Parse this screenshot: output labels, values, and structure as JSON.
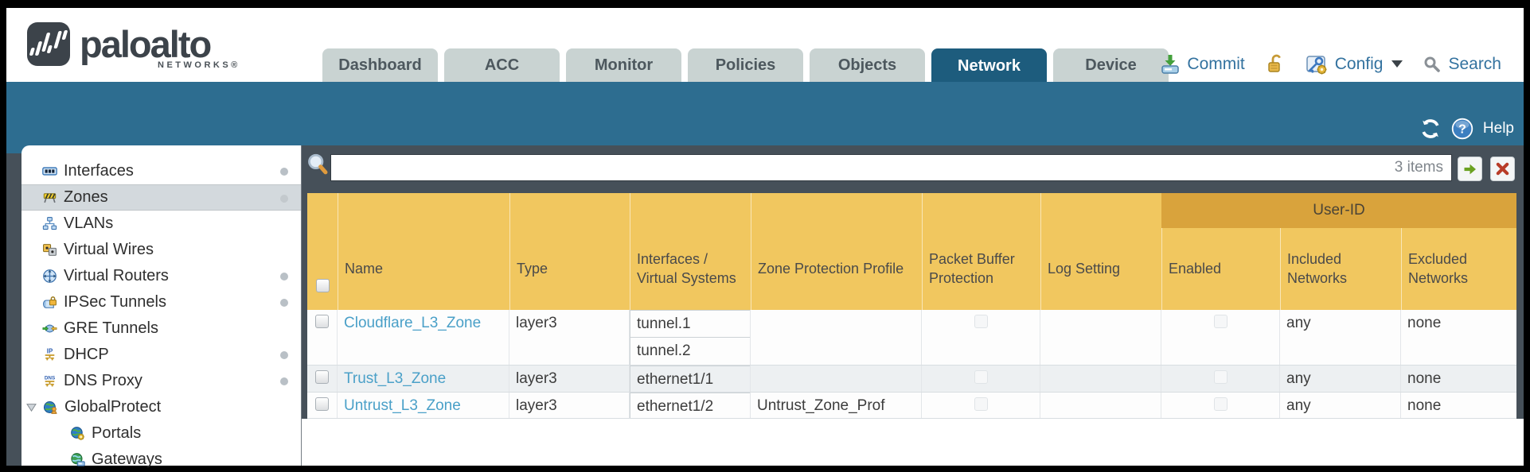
{
  "brand": {
    "name": "paloalto",
    "sub": "NETWORKS®"
  },
  "nav": {
    "tabs": [
      {
        "label": "Dashboard",
        "active": false
      },
      {
        "label": "ACC",
        "active": false
      },
      {
        "label": "Monitor",
        "active": false
      },
      {
        "label": "Policies",
        "active": false
      },
      {
        "label": "Objects",
        "active": false
      },
      {
        "label": "Network",
        "active": true
      },
      {
        "label": "Device",
        "active": false
      }
    ],
    "actions": {
      "commit": "Commit",
      "config": "Config",
      "search": "Search"
    }
  },
  "banner": {
    "help": "Help"
  },
  "sidebar": {
    "items": [
      {
        "label": "Interfaces",
        "icon": "interfaces-icon",
        "dot": true
      },
      {
        "label": "Zones",
        "icon": "zones-icon",
        "dot": true,
        "selected": true
      },
      {
        "label": "VLANs",
        "icon": "vlans-icon",
        "dot": false
      },
      {
        "label": "Virtual Wires",
        "icon": "virtual-wires-icon",
        "dot": false
      },
      {
        "label": "Virtual Routers",
        "icon": "virtual-routers-icon",
        "dot": true
      },
      {
        "label": "IPSec Tunnels",
        "icon": "ipsec-tunnels-icon",
        "dot": true
      },
      {
        "label": "GRE Tunnels",
        "icon": "gre-tunnels-icon",
        "dot": false
      },
      {
        "label": "DHCP",
        "icon": "dhcp-icon",
        "dot": true
      },
      {
        "label": "DNS Proxy",
        "icon": "dns-proxy-icon",
        "dot": true
      },
      {
        "label": "GlobalProtect",
        "icon": "globalprotect-icon",
        "dot": false,
        "expanded": true
      },
      {
        "label": "Portals",
        "icon": "portals-icon",
        "dot": false,
        "child": true
      },
      {
        "label": "Gateways",
        "icon": "gateways-icon",
        "dot": false,
        "child": true
      }
    ]
  },
  "filterbar": {
    "items_count": "3 items"
  },
  "table": {
    "group_header": "User-ID",
    "columns": [
      "Name",
      "Type",
      "Interfaces / Virtual Systems",
      "Zone Protection Profile",
      "Packet Buffer Protection",
      "Log Setting",
      "Enabled",
      "Included Networks",
      "Excluded Networks"
    ],
    "rows": [
      {
        "name": "Cloudflare_L3_Zone",
        "type": "layer3",
        "interfaces": [
          "tunnel.1",
          "tunnel.2"
        ],
        "zone_protection_profile": "",
        "packet_buffer_protection": false,
        "log_setting": "",
        "enabled": false,
        "included_networks": "any",
        "excluded_networks": "none"
      },
      {
        "name": "Trust_L3_Zone",
        "type": "layer3",
        "interfaces": [
          "ethernet1/1"
        ],
        "zone_protection_profile": "",
        "packet_buffer_protection": false,
        "log_setting": "",
        "enabled": false,
        "included_networks": "any",
        "excluded_networks": "none"
      },
      {
        "name": "Untrust_L3_Zone",
        "type": "layer3",
        "interfaces": [
          "ethernet1/2"
        ],
        "zone_protection_profile": "Untrust_Zone_Prof",
        "packet_buffer_protection": false,
        "log_setting": "",
        "enabled": false,
        "included_networks": "any",
        "excluded_networks": "none"
      }
    ]
  },
  "colors": {
    "teal_band": "#2d6d90",
    "slate": "#465059",
    "header_gold": "#f1c75f",
    "group_gold": "#d9a33c",
    "active_tab": "#1d5c7d",
    "link_blue": "#4aa0c8"
  }
}
